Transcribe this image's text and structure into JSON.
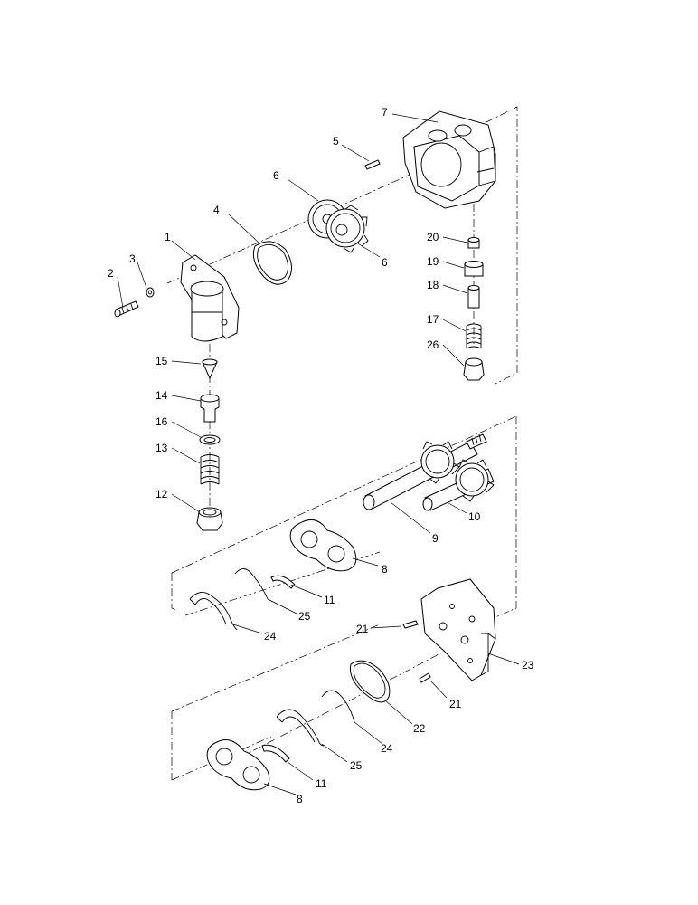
{
  "callouts": {
    "c1": "1",
    "c2": "2",
    "c3": "3",
    "c4": "4",
    "c5": "5",
    "c6a": "6",
    "c6b": "6",
    "c7": "7",
    "c8a": "8",
    "c8b": "8",
    "c9": "9",
    "c10": "10",
    "c11a": "11",
    "c11b": "11",
    "c12": "12",
    "c13": "13",
    "c14": "14",
    "c15": "15",
    "c16": "16",
    "c17": "17",
    "c18": "18",
    "c19": "19",
    "c20": "20",
    "c21a": "21",
    "c21b": "21",
    "c22": "22",
    "c23": "23",
    "c24a": "24",
    "c24b": "24",
    "c25a": "25",
    "c25b": "25",
    "c26": "26"
  }
}
